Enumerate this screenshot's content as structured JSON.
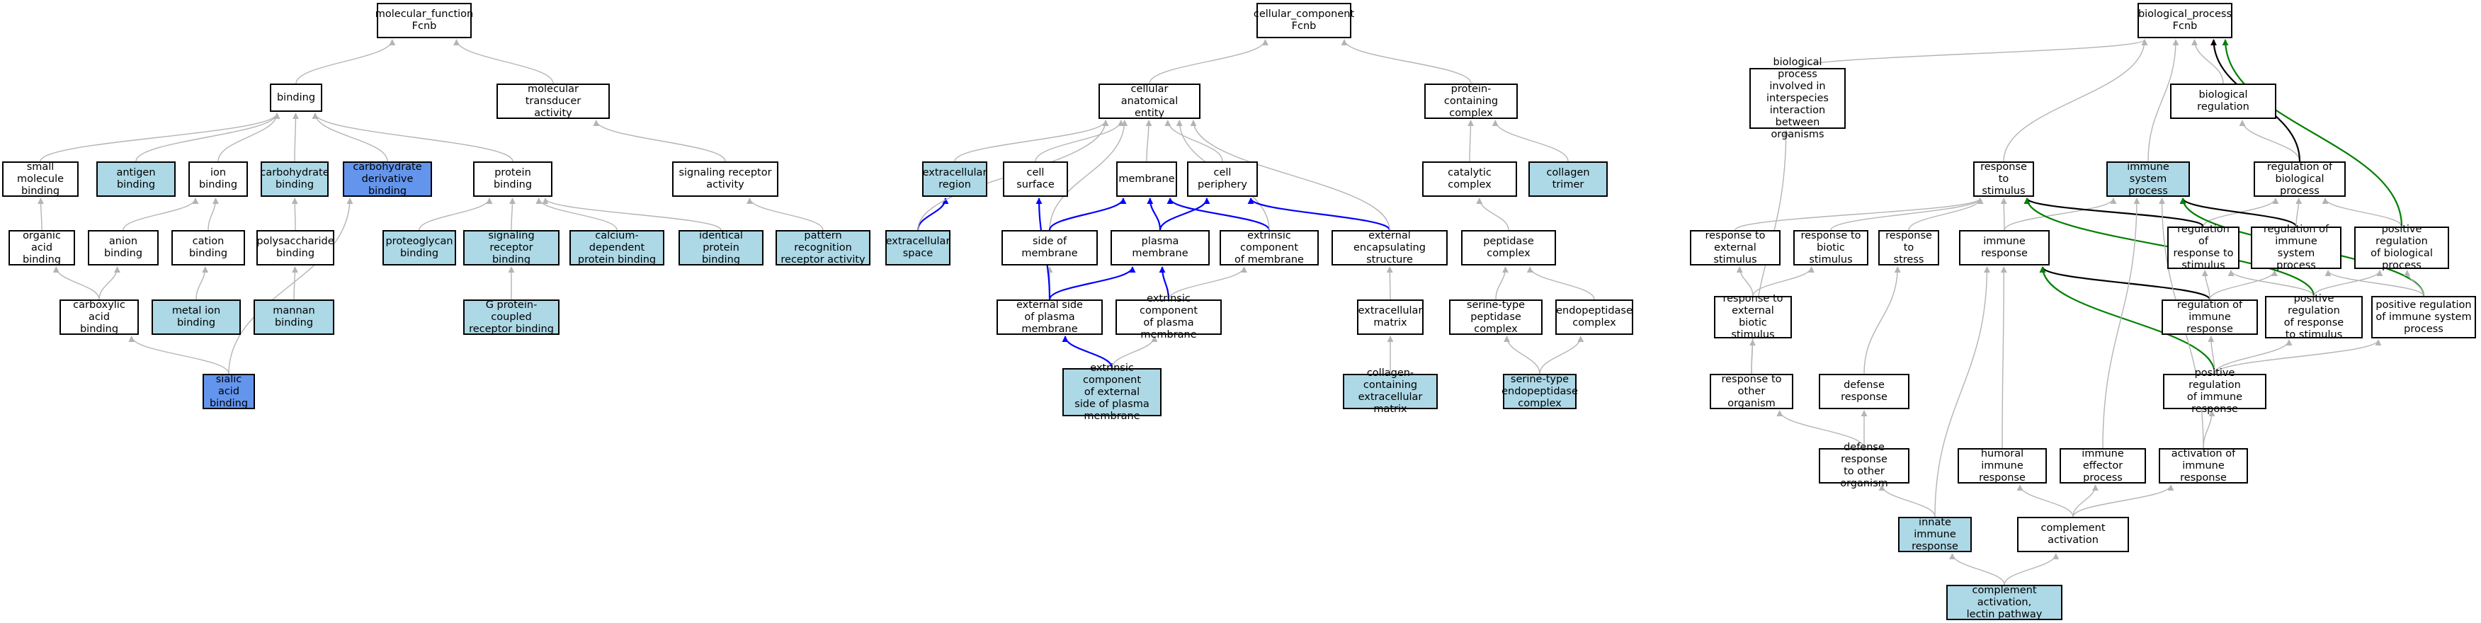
{
  "colors": {
    "default_fill": "#ffffff",
    "light_fill": "#add8e6",
    "dark_fill": "#6495ed",
    "edge_gray": "#b4b4b4",
    "edge_blue": "#0000ff",
    "edge_black": "#000000",
    "edge_green": "#008000"
  },
  "nodes": {
    "mf_root": {
      "label": "molecular_function\nFcnb",
      "fill": "white"
    },
    "binding": {
      "label": "binding",
      "fill": "white"
    },
    "mol_transducer": {
      "label": "molecular transducer\nactivity",
      "fill": "white"
    },
    "small_mol_binding": {
      "label": "small molecule\nbinding",
      "fill": "white"
    },
    "antigen_binding": {
      "label": "antigen binding",
      "fill": "light"
    },
    "ion_binding": {
      "label": "ion binding",
      "fill": "white"
    },
    "carbohydrate_binding": {
      "label": "carbohydrate\nbinding",
      "fill": "light"
    },
    "carb_deriv_binding": {
      "label": "carbohydrate\nderivative binding",
      "fill": "dark"
    },
    "protein_binding": {
      "label": "protein binding",
      "fill": "white"
    },
    "signaling_receptor_activity": {
      "label": "signaling receptor\nactivity",
      "fill": "white"
    },
    "organic_acid_binding": {
      "label": "organic acid\nbinding",
      "fill": "white"
    },
    "anion_binding": {
      "label": "anion binding",
      "fill": "white"
    },
    "cation_binding": {
      "label": "cation binding",
      "fill": "white"
    },
    "polysaccharide_binding": {
      "label": "polysaccharide\nbinding",
      "fill": "white"
    },
    "proteoglycan_binding": {
      "label": "proteoglycan\nbinding",
      "fill": "light"
    },
    "signaling_receptor_binding": {
      "label": "signaling receptor\nbinding",
      "fill": "light"
    },
    "calcium_dependent_binding": {
      "label": "calcium-dependent\nprotein binding",
      "fill": "light"
    },
    "identical_protein_binding": {
      "label": "identical protein\nbinding",
      "fill": "light"
    },
    "pattern_recognition": {
      "label": "pattern recognition\nreceptor activity",
      "fill": "light"
    },
    "carboxylic_acid_binding": {
      "label": "carboxylic acid\nbinding",
      "fill": "white"
    },
    "metal_ion_binding": {
      "label": "metal ion binding",
      "fill": "light"
    },
    "mannan_binding": {
      "label": "mannan binding",
      "fill": "light"
    },
    "gpcr_binding": {
      "label": "G protein-coupled\nreceptor binding",
      "fill": "light"
    },
    "sialic_acid_binding": {
      "label": "sialic acid\nbinding",
      "fill": "dark"
    },
    "cc_root": {
      "label": "cellular_component\nFcnb",
      "fill": "white"
    },
    "cellular_anatomical_entity": {
      "label": "cellular anatomical\nentity",
      "fill": "white"
    },
    "protein_containing_complex": {
      "label": "protein-containing\ncomplex",
      "fill": "white"
    },
    "extracellular_region": {
      "label": "extracellular\nregion",
      "fill": "light"
    },
    "cell_surface": {
      "label": "cell surface",
      "fill": "white"
    },
    "membrane": {
      "label": "membrane",
      "fill": "white"
    },
    "cell_periphery": {
      "label": "cell periphery",
      "fill": "white"
    },
    "catalytic_complex": {
      "label": "catalytic complex",
      "fill": "white"
    },
    "collagen_trimer": {
      "label": "collagen trimer",
      "fill": "light"
    },
    "extracellular_space": {
      "label": "extracellular\nspace",
      "fill": "light"
    },
    "side_of_membrane": {
      "label": "side of membrane",
      "fill": "white"
    },
    "plasma_membrane": {
      "label": "plasma membrane",
      "fill": "white"
    },
    "extrinsic_component_membrane": {
      "label": "extrinsic component\nof membrane",
      "fill": "white"
    },
    "external_encapsulating": {
      "label": "external encapsulating\nstructure",
      "fill": "white"
    },
    "peptidase_complex": {
      "label": "peptidase complex",
      "fill": "white"
    },
    "external_side_pm": {
      "label": "external side\nof plasma membrane",
      "fill": "white"
    },
    "extrinsic_component_pm": {
      "label": "extrinsic component\nof plasma membrane",
      "fill": "white"
    },
    "extracellular_matrix": {
      "label": "extracellular\nmatrix",
      "fill": "white"
    },
    "serine_type_peptidase_complex": {
      "label": "serine-type\npeptidase complex",
      "fill": "white"
    },
    "endopeptidase_complex": {
      "label": "endopeptidase\ncomplex",
      "fill": "white"
    },
    "extrinsic_component_external_side": {
      "label": "extrinsic component\nof external\nside of plasma\nmembrane",
      "fill": "light"
    },
    "collagen_containing_ecm": {
      "label": "collagen-containing\nextracellular\nmatrix",
      "fill": "light"
    },
    "serine_type_endopeptidase_complex": {
      "label": "serine-type\nendopeptidase\ncomplex",
      "fill": "light"
    },
    "bp_root": {
      "label": "biological_process\nFcnb",
      "fill": "white"
    },
    "bp_interspecies": {
      "label": "biological process\ninvolved in\ninterspecies\ninteraction\nbetween organisms",
      "fill": "white"
    },
    "biological_regulation": {
      "label": "biological regulation",
      "fill": "white"
    },
    "response_to_stimulus": {
      "label": "response to\nstimulus",
      "fill": "white"
    },
    "immune_system_process": {
      "label": "immune system\nprocess",
      "fill": "light"
    },
    "regulation_biological_process": {
      "label": "regulation of\nbiological process",
      "fill": "white"
    },
    "response_external_stimulus": {
      "label": "response to\nexternal stimulus",
      "fill": "white"
    },
    "response_biotic_stimulus": {
      "label": "response to\nbiotic stimulus",
      "fill": "white"
    },
    "response_to_stress": {
      "label": "response to\nstress",
      "fill": "white"
    },
    "immune_response": {
      "label": "immune response",
      "fill": "white"
    },
    "regulation_response_stimulus": {
      "label": "regulation of\nresponse to\nstimulus",
      "fill": "white"
    },
    "regulation_immune_system_process": {
      "label": "regulation of\nimmune system\nprocess",
      "fill": "white"
    },
    "pos_reg_biological_process": {
      "label": "positive regulation\nof biological\nprocess",
      "fill": "white"
    },
    "response_external_biotic": {
      "label": "response to\nexternal biotic\nstimulus",
      "fill": "white"
    },
    "regulation_immune_response": {
      "label": "regulation of\nimmune response",
      "fill": "white"
    },
    "pos_reg_response_stimulus": {
      "label": "positive regulation\nof response\nto stimulus",
      "fill": "white"
    },
    "pos_reg_immune_system_process": {
      "label": "positive regulation\nof immune system\nprocess",
      "fill": "white"
    },
    "response_other_organism": {
      "label": "response to\nother organism",
      "fill": "white"
    },
    "defense_response": {
      "label": "defense response",
      "fill": "white"
    },
    "pos_reg_immune_response": {
      "label": "positive regulation\nof immune response",
      "fill": "white"
    },
    "defense_response_other": {
      "label": "defense response\nto other organism",
      "fill": "white"
    },
    "humoral_immune_response": {
      "label": "humoral immune\nresponse",
      "fill": "white"
    },
    "immune_effector_process": {
      "label": "immune effector\nprocess",
      "fill": "white"
    },
    "activation_immune_response": {
      "label": "activation of\nimmune response",
      "fill": "white"
    },
    "innate_immune_response": {
      "label": "innate immune\nresponse",
      "fill": "light"
    },
    "complement_activation": {
      "label": "complement activation",
      "fill": "white"
    },
    "complement_lectin": {
      "label": "complement activation,\nlectin pathway",
      "fill": "light"
    }
  },
  "edges": [
    [
      "binding",
      "mf_root",
      "gray"
    ],
    [
      "mol_transducer",
      "mf_root",
      "gray"
    ],
    [
      "small_mol_binding",
      "binding",
      "gray"
    ],
    [
      "antigen_binding",
      "binding",
      "gray"
    ],
    [
      "ion_binding",
      "binding",
      "gray"
    ],
    [
      "carbohydrate_binding",
      "binding",
      "gray"
    ],
    [
      "carb_deriv_binding",
      "binding",
      "gray"
    ],
    [
      "protein_binding",
      "binding",
      "gray"
    ],
    [
      "signaling_receptor_activity",
      "mol_transducer",
      "gray"
    ],
    [
      "organic_acid_binding",
      "small_mol_binding",
      "gray"
    ],
    [
      "anion_binding",
      "ion_binding",
      "gray"
    ],
    [
      "cation_binding",
      "ion_binding",
      "gray"
    ],
    [
      "polysaccharide_binding",
      "carbohydrate_binding",
      "gray"
    ],
    [
      "proteoglycan_binding",
      "protein_binding",
      "gray"
    ],
    [
      "signaling_receptor_binding",
      "protein_binding",
      "gray"
    ],
    [
      "calcium_dependent_binding",
      "protein_binding",
      "gray"
    ],
    [
      "identical_protein_binding",
      "protein_binding",
      "gray"
    ],
    [
      "pattern_recognition",
      "signaling_receptor_activity",
      "gray"
    ],
    [
      "carboxylic_acid_binding",
      "organic_acid_binding",
      "gray"
    ],
    [
      "carboxylic_acid_binding",
      "anion_binding",
      "gray"
    ],
    [
      "metal_ion_binding",
      "cation_binding",
      "gray"
    ],
    [
      "mannan_binding",
      "polysaccharide_binding",
      "gray"
    ],
    [
      "gpcr_binding",
      "signaling_receptor_binding",
      "gray"
    ],
    [
      "sialic_acid_binding",
      "carboxylic_acid_binding",
      "gray"
    ],
    [
      "sialic_acid_binding",
      "carb_deriv_binding",
      "gray"
    ],
    [
      "cellular_anatomical_entity",
      "cc_root",
      "gray"
    ],
    [
      "protein_containing_complex",
      "cc_root",
      "gray"
    ],
    [
      "extracellular_region",
      "cellular_anatomical_entity",
      "gray"
    ],
    [
      "cell_surface",
      "cellular_anatomical_entity",
      "gray"
    ],
    [
      "membrane",
      "cellular_anatomical_entity",
      "gray"
    ],
    [
      "cell_periphery",
      "cellular_anatomical_entity",
      "gray"
    ],
    [
      "catalytic_complex",
      "protein_containing_complex",
      "gray"
    ],
    [
      "collagen_trimer",
      "protein_containing_complex",
      "gray"
    ],
    [
      "extracellular_space",
      "extracellular_region",
      "blue"
    ],
    [
      "extracellular_space",
      "cellular_anatomical_entity",
      "gray"
    ],
    [
      "side_of_membrane",
      "cellular_anatomical_entity",
      "gray"
    ],
    [
      "side_of_membrane",
      "membrane",
      "blue"
    ],
    [
      "plasma_membrane",
      "membrane",
      "blue"
    ],
    [
      "plasma_membrane",
      "cell_periphery",
      "blue"
    ],
    [
      "extrinsic_component_membrane",
      "membrane",
      "blue"
    ],
    [
      "extrinsic_component_membrane",
      "cellular_anatomical_entity",
      "gray"
    ],
    [
      "external_encapsulating",
      "cell_periphery",
      "blue"
    ],
    [
      "external_encapsulating",
      "cellular_anatomical_entity",
      "gray"
    ],
    [
      "peptidase_complex",
      "catalytic_complex",
      "gray"
    ],
    [
      "external_side_pm",
      "side_of_membrane",
      "gray"
    ],
    [
      "external_side_pm",
      "plasma_membrane",
      "blue"
    ],
    [
      "external_side_pm",
      "cell_surface",
      "blue"
    ],
    [
      "extrinsic_component_pm",
      "plasma_membrane",
      "blue"
    ],
    [
      "extrinsic_component_pm",
      "extrinsic_component_membrane",
      "gray"
    ],
    [
      "extracellular_matrix",
      "external_encapsulating",
      "gray"
    ],
    [
      "serine_type_peptidase_complex",
      "peptidase_complex",
      "gray"
    ],
    [
      "endopeptidase_complex",
      "peptidase_complex",
      "gray"
    ],
    [
      "extrinsic_component_external_side",
      "external_side_pm",
      "blue"
    ],
    [
      "extrinsic_component_external_side",
      "extrinsic_component_pm",
      "gray"
    ],
    [
      "collagen_containing_ecm",
      "extracellular_matrix",
      "gray"
    ],
    [
      "serine_type_endopeptidase_complex",
      "serine_type_peptidase_complex",
      "gray"
    ],
    [
      "serine_type_endopeptidase_complex",
      "endopeptidase_complex",
      "gray"
    ],
    [
      "bp_interspecies",
      "bp_root",
      "gray"
    ],
    [
      "biological_regulation",
      "bp_root",
      "gray"
    ],
    [
      "response_to_stimulus",
      "bp_root",
      "gray"
    ],
    [
      "immune_system_process",
      "bp_root",
      "gray"
    ],
    [
      "regulation_biological_process",
      "biological_regulation",
      "gray"
    ],
    [
      "regulation_biological_process",
      "bp_root",
      "black"
    ],
    [
      "pos_reg_biological_process",
      "bp_root",
      "green"
    ],
    [
      "pos_reg_biological_process",
      "regulation_biological_process",
      "gray"
    ],
    [
      "response_external_stimulus",
      "response_to_stimulus",
      "gray"
    ],
    [
      "response_biotic_stimulus",
      "response_to_stimulus",
      "gray"
    ],
    [
      "response_to_stress",
      "response_to_stimulus",
      "gray"
    ],
    [
      "immune_response",
      "response_to_stimulus",
      "gray"
    ],
    [
      "immune_response",
      "immune_system_process",
      "gray"
    ],
    [
      "regulation_response_stimulus",
      "response_to_stimulus",
      "black"
    ],
    [
      "regulation_response_stimulus",
      "regulation_biological_process",
      "gray"
    ],
    [
      "regulation_immune_system_process",
      "immune_system_process",
      "black"
    ],
    [
      "regulation_immune_system_process",
      "regulation_biological_process",
      "gray"
    ],
    [
      "response_external_biotic",
      "response_external_stimulus",
      "gray"
    ],
    [
      "response_external_biotic",
      "response_biotic_stimulus",
      "gray"
    ],
    [
      "regulation_immune_response",
      "immune_response",
      "black"
    ],
    [
      "regulation_immune_response",
      "regulation_response_stimulus",
      "gray"
    ],
    [
      "regulation_immune_response",
      "regulation_immune_system_process",
      "gray"
    ],
    [
      "pos_reg_response_stimulus",
      "response_to_stimulus",
      "green"
    ],
    [
      "pos_reg_response_stimulus",
      "regulation_response_stimulus",
      "gray"
    ],
    [
      "pos_reg_response_stimulus",
      "pos_reg_biological_process",
      "gray"
    ],
    [
      "pos_reg_immune_system_process",
      "immune_system_process",
      "green"
    ],
    [
      "pos_reg_immune_system_process",
      "regulation_immune_system_process",
      "gray"
    ],
    [
      "pos_reg_immune_system_process",
      "pos_reg_biological_process",
      "gray"
    ],
    [
      "response_other_organism",
      "response_external_biotic",
      "gray"
    ],
    [
      "response_other_organism",
      "bp_interspecies",
      "gray"
    ],
    [
      "defense_response",
      "response_to_stress",
      "gray"
    ],
    [
      "pos_reg_immune_response",
      "immune_response",
      "green"
    ],
    [
      "pos_reg_immune_response",
      "regulation_immune_response",
      "gray"
    ],
    [
      "pos_reg_immune_response",
      "pos_reg_response_stimulus",
      "gray"
    ],
    [
      "pos_reg_immune_response",
      "pos_reg_immune_system_process",
      "gray"
    ],
    [
      "defense_response_other",
      "response_other_organism",
      "gray"
    ],
    [
      "defense_response_other",
      "defense_response",
      "gray"
    ],
    [
      "humoral_immune_response",
      "immune_response",
      "gray"
    ],
    [
      "immune_effector_process",
      "immune_system_process",
      "gray"
    ],
    [
      "activation_immune_response",
      "pos_reg_immune_response",
      "gray"
    ],
    [
      "activation_immune_response",
      "immune_system_process",
      "gray"
    ],
    [
      "innate_immune_response",
      "defense_response_other",
      "gray"
    ],
    [
      "innate_immune_response",
      "immune_response",
      "gray"
    ],
    [
      "complement_activation",
      "humoral_immune_response",
      "gray"
    ],
    [
      "complement_activation",
      "immune_effector_process",
      "gray"
    ],
    [
      "complement_activation",
      "activation_immune_response",
      "gray"
    ],
    [
      "complement_lectin",
      "innate_immune_response",
      "gray"
    ],
    [
      "complement_lectin",
      "complement_activation",
      "gray"
    ]
  ]
}
